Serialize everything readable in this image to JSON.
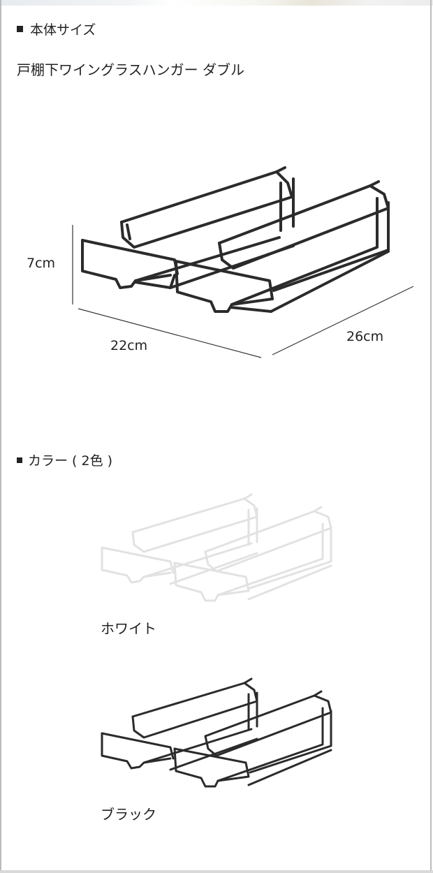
{
  "size_section": {
    "heading": "本体サイズ",
    "product_name": "戸棚下ワイングラスハンガー ダブル",
    "dimensions": {
      "height": "7cm",
      "width": "22cm",
      "depth": "26cm"
    }
  },
  "color_section": {
    "heading": "カラー ( 2色 )",
    "colors": [
      {
        "name": "ホワイト",
        "swatch": "#e2e2e2"
      },
      {
        "name": "ブラック",
        "swatch": "#2b2b2b"
      }
    ]
  }
}
